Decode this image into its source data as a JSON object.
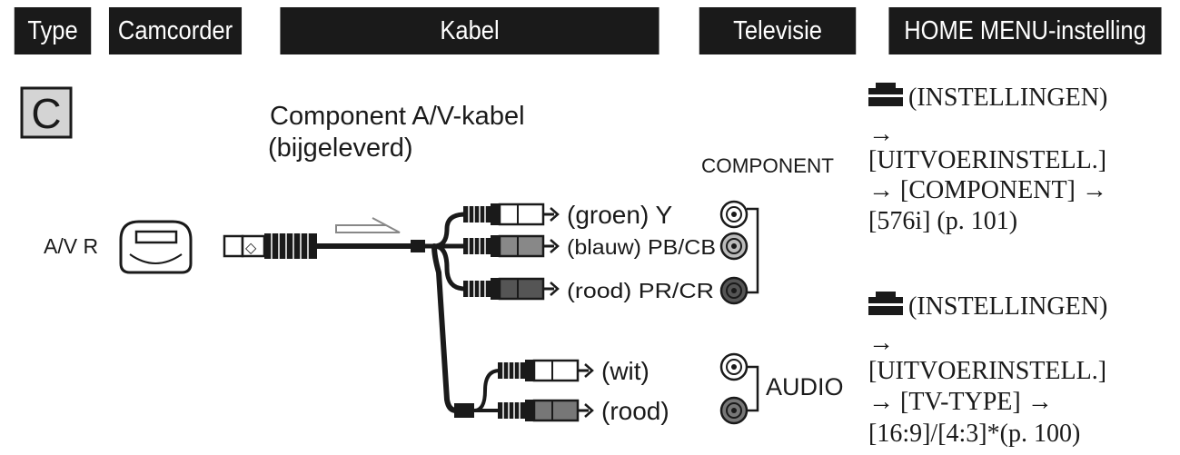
{
  "header": {
    "type": "Type",
    "camcorder": "Camcorder",
    "kabel": "Kabel",
    "televisie": "Televisie",
    "home_menu": "HOME MENU-instelling"
  },
  "diagram": {
    "type_letter": "C",
    "cable_name": "Component A/V-kabel",
    "cable_note": "(bijgeleverd)",
    "port_label": "A/V R",
    "component_label": "COMPONENT",
    "audio_label": "AUDIO",
    "plugs": {
      "green": "(groen) Y",
      "blue": "(blauw) PB/CB",
      "red_video": "(rood) PR/CR",
      "white": "(wit)",
      "red_audio": "(rood)"
    }
  },
  "settings": {
    "video": {
      "menu": "(INSTELLINGEN)",
      "arrow1": "→",
      "item": "[UITVOERINSTELL.]",
      "line3": "→ [COMPONENT] →",
      "line4": "[576i] (p. 101)"
    },
    "tv": {
      "menu": "(INSTELLINGEN)",
      "arrow1": "→",
      "item": "[UITVOERINSTELL.]",
      "line3": "→ [TV-TYPE] →",
      "line4": "[16:9]/[4:3]*(p. 100)"
    }
  },
  "icons": [
    "toolbox-icon",
    "arrow-right-icon",
    "rca-plug-icon",
    "rca-jack-icon",
    "av-port-icon",
    "connector-plug-icon"
  ]
}
